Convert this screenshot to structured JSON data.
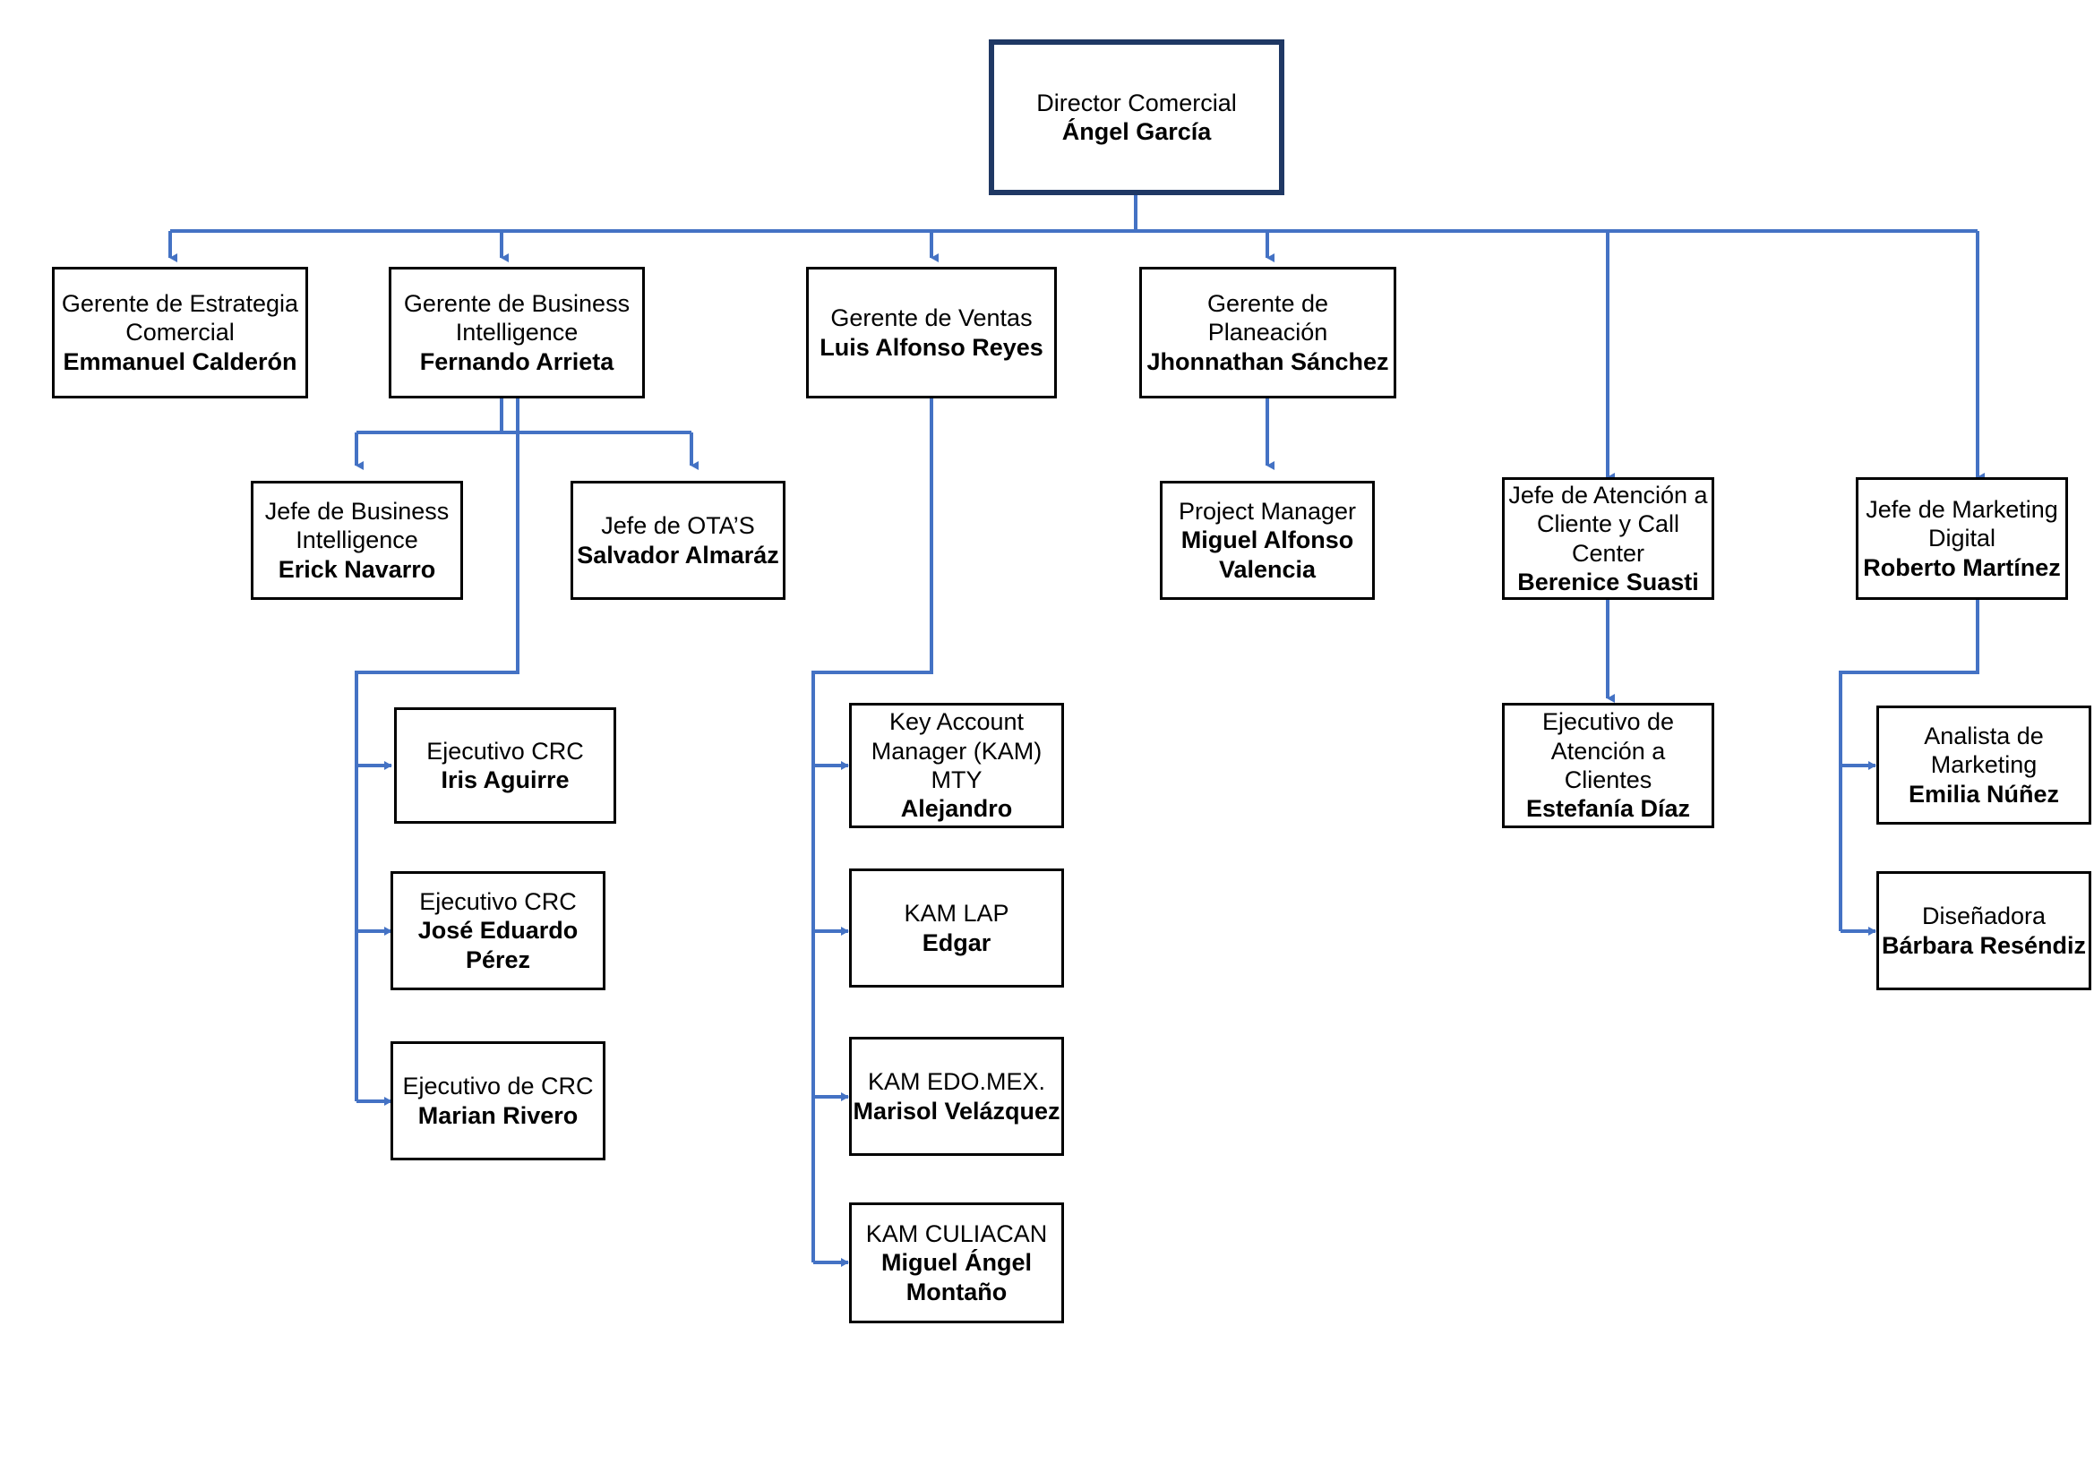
{
  "diagram": {
    "type": "organizational-chart",
    "accent_color": "#4472C4",
    "root_border_color": "#1F3864",
    "node_border_color": "#000000",
    "background_color": "#FFFFFF"
  },
  "nodes": {
    "director": {
      "title": "Director Comercial",
      "person": "Ángel García"
    },
    "gerente_estrategia": {
      "title": "Gerente de Estrategia\nComercial",
      "person": "Emmanuel Calderón"
    },
    "gerente_bi": {
      "title": "Gerente de Business\nIntelligence",
      "person": "Fernando Arrieta"
    },
    "gerente_ventas": {
      "title": "Gerente de Ventas",
      "person": "Luis Alfonso Reyes"
    },
    "gerente_planeacion": {
      "title": "Gerente de\nPlaneación",
      "person": "Jhonnathan Sánchez"
    },
    "jefe_bi": {
      "title": "Jefe de Business\nIntelligence",
      "person": "Erick Navarro"
    },
    "jefe_otas": {
      "title": "Jefe de OTA’S",
      "person": "Salvador Almaráz"
    },
    "project_manager": {
      "title": "Project Manager",
      "person": "Miguel Alfonso\nValencia"
    },
    "jefe_atencion": {
      "title": "Jefe de Atención a\nCliente y Call\nCenter",
      "person": "Berenice Suasti"
    },
    "jefe_marketing": {
      "title": "Jefe de Marketing\nDigital",
      "person": "Roberto Martínez"
    },
    "ejecutivo_crc_1": {
      "title": "Ejecutivo CRC",
      "person": "Iris Aguirre"
    },
    "ejecutivo_crc_2": {
      "title": "Ejecutivo CRC",
      "person": "José Eduardo\nPérez"
    },
    "ejecutivo_crc_3": {
      "title": "Ejecutivo de CRC",
      "person": "Marian Rivero"
    },
    "kam_mty": {
      "title": "Key Account\nManager (KAM)\nMTY",
      "person": "Alejandro"
    },
    "kam_lap": {
      "title": "KAM LAP",
      "person": "Edgar"
    },
    "kam_edomex": {
      "title": "KAM EDO.MEX.",
      "person": "Marisol Velázquez"
    },
    "kam_culiacan": {
      "title": "KAM CULIACAN",
      "person": "Miguel Ángel\nMontaño"
    },
    "ejecutivo_atencion": {
      "title": "Ejecutivo de\nAtención a\nClientes",
      "person": "Estefanía Díaz"
    },
    "analista_marketing": {
      "title": "Analista de\nMarketing",
      "person": "Emilia Núñez"
    },
    "disenadora": {
      "title": "Diseñadora",
      "person": "Bárbara Reséndiz"
    }
  }
}
